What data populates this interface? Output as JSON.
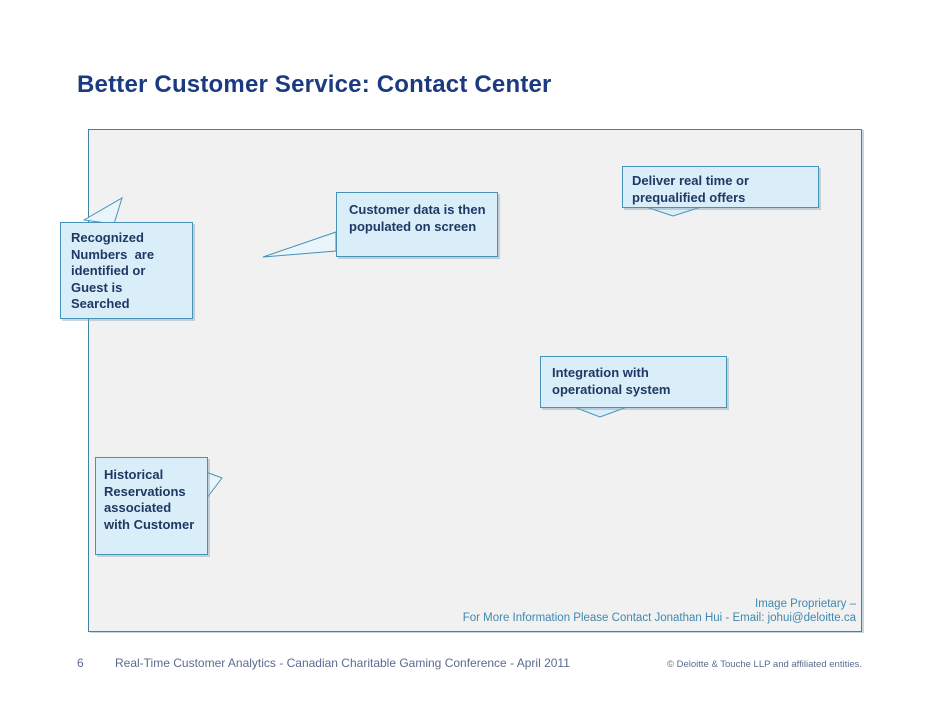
{
  "slide": {
    "title": "Better Customer Service: Contact Center"
  },
  "callouts": [
    {
      "id": "recognized-numbers",
      "text": "Recognized Numbers  are identified or Guest is Searched"
    },
    {
      "id": "customer-data",
      "text": "Customer data is then populated on screen"
    },
    {
      "id": "deliver-offers",
      "text": "Deliver real time or prequalified offers"
    },
    {
      "id": "integration",
      "text": "Integration with operational system"
    },
    {
      "id": "historical-reservations",
      "text": "Historical Reservations associated with Customer"
    }
  ],
  "proprietary": {
    "line1": "Image Proprietary –",
    "line2": "For More Information Please Contact Jonathan Hui - Email: johui@deloitte.ca"
  },
  "footer": {
    "page_number": "6",
    "left_text": "Real-Time Customer Analytics - Canadian Charitable Gaming Conference - April 2011",
    "right_text": "© Deloitte & Touche LLP and affiliated entities."
  },
  "colors": {
    "title_text": "#1b3a7f",
    "callout_fill": "#d9eef8",
    "callout_border": "#4793b8",
    "callout_text": "#1f3864",
    "canvas_fill": "#f0f1f0",
    "canvas_border": "#43839f",
    "proprietary_text": "#4089b0",
    "footer_text": "#5c6b8f"
  }
}
